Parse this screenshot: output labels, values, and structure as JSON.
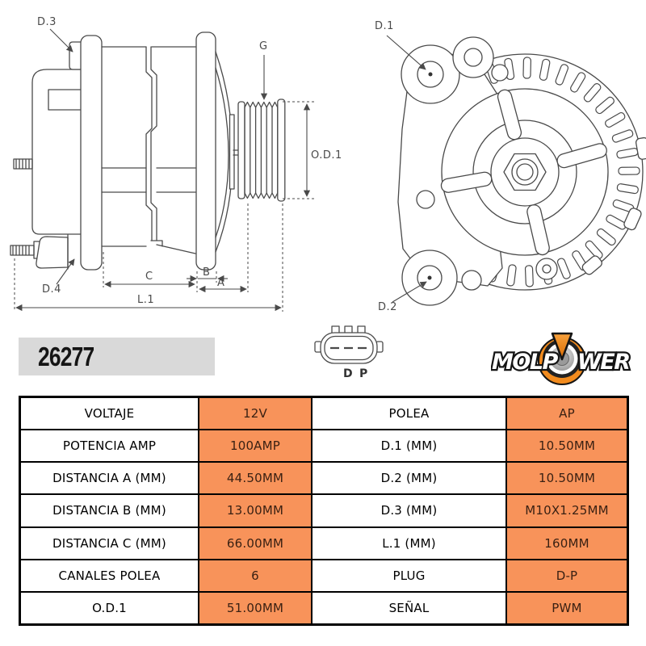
{
  "part_number": "26277",
  "logo": {
    "brand": "MOLPOWER",
    "part1": "MOLP",
    "part2": "WER"
  },
  "connector": {
    "pin_d": "D",
    "pin_p": "P"
  },
  "diagram_labels": {
    "d1": "D.1",
    "d2": "D.2",
    "d3": "D.3",
    "d4": "D.4",
    "g": "G",
    "od1": "O.D.1",
    "a": "A",
    "b": "B",
    "c": "C",
    "l1": "L.1"
  },
  "colors": {
    "accent_orange": "#F8935A",
    "value_text": "#3A2113",
    "part_box_gray": "#D9D9D9",
    "logo_orange": "#F28B1E",
    "line_gray": "#4a4a4a"
  },
  "spec_table": {
    "rows": [
      {
        "label_left": "VOLTAJE",
        "value_left": "12V",
        "label_right": "POLEA",
        "value_right": "AP"
      },
      {
        "label_left": "POTENCIA AMP",
        "value_left": "100AMP",
        "label_right": "D.1 (MM)",
        "value_right": "10.50MM"
      },
      {
        "label_left": "DISTANCIA A (MM)",
        "value_left": "44.50MM",
        "label_right": "D.2 (MM)",
        "value_right": "10.50MM"
      },
      {
        "label_left": "DISTANCIA B (MM)",
        "value_left": "13.00MM",
        "label_right": "D.3 (MM)",
        "value_right": "M10X1.25MM"
      },
      {
        "label_left": "DISTANCIA C (MM)",
        "value_left": "66.00MM",
        "label_right": "L.1 (MM)",
        "value_right": "160MM"
      },
      {
        "label_left": "CANALES POLEA",
        "value_left": "6",
        "label_right": "PLUG",
        "value_right": "D-P"
      },
      {
        "label_left": "O.D.1",
        "value_left": "51.00MM",
        "label_right": "SEÑAL",
        "value_right": "PWM"
      }
    ]
  }
}
